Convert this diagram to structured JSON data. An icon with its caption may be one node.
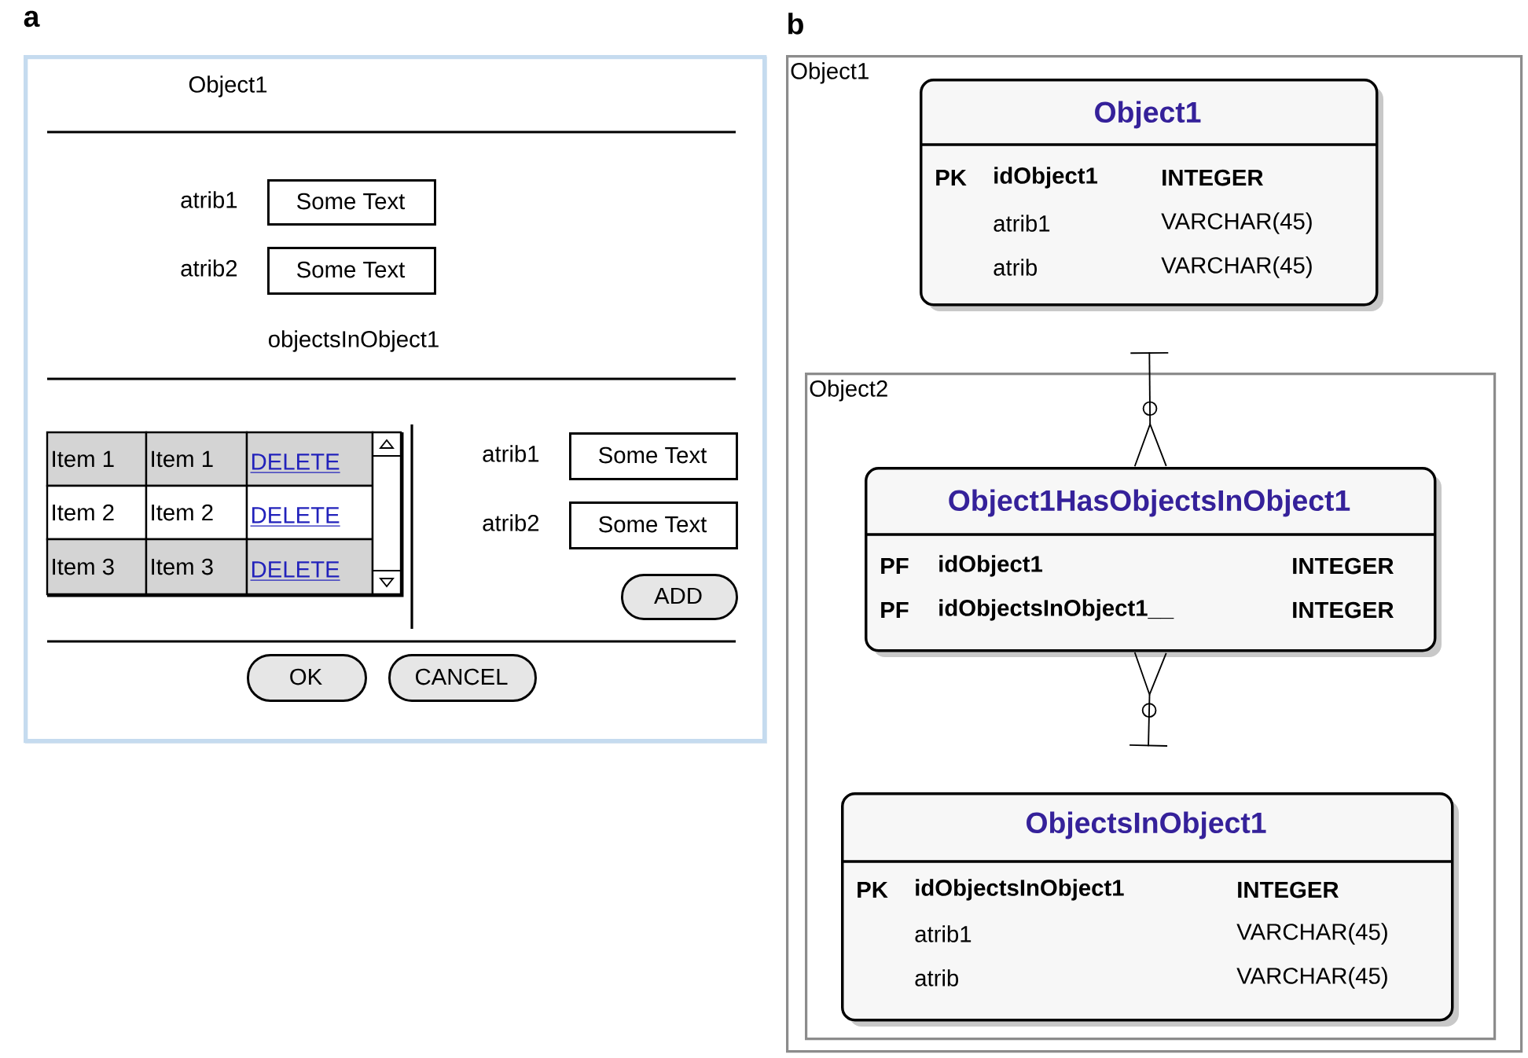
{
  "diagram": {
    "nodes": [
      {
        "text": [
          "Object1",
          "objectsInObject1"
        ]
      },
      {
        "text": [
          "Some Text"
        ],
        "beside": [
          "atrib1"
        ],
        "in": 0
      },
      {
        "text": [
          "Some Text"
        ],
        "beside": [
          "atrib2"
        ],
        "in": 0
      },
      {
        "text": [
          "Item 1",
          "Item 1",
          "DELETE",
          "Item 2",
          "Item 2",
          "DELETE",
          "Item 3",
          "Item 3",
          "DELETE"
        ],
        "in": 0
      },
      {
        "text": [
          "Some Text"
        ],
        "beside": [
          "atrib1"
        ],
        "in": 0
      },
      {
        "text": [
          "Some Text"
        ],
        "beside": [
          "atrib2"
        ],
        "in": 0
      },
      {
        "text": [
          "ADD"
        ],
        "in": 0
      },
      {
        "text": [
          "OK"
        ],
        "in": 0
      },
      {
        "text": [
          "CANCEL"
        ],
        "in": 0
      },
      {
        "text": [
          "Object1"
        ]
      },
      {
        "text": [
          "Object1",
          "PK",
          "idObject1",
          "INTEGER",
          "atrib1",
          "VARCHAR(45)",
          "atrib",
          "VARCHAR(45)"
        ],
        "in": 9
      },
      {
        "text": [
          "Object2"
        ],
        "in": 9
      },
      {
        "text": [
          "Object1HasObjectsInObject1",
          "PF",
          "idObject1",
          "INTEGER",
          "PF",
          "idObjectsInObject1__",
          "INTEGER"
        ],
        "in": 11
      },
      {
        "text": [
          "ObjectsInObject1",
          "PK",
          "idObjectsInObject1",
          "INTEGER",
          "atrib1",
          "VARCHAR(45)",
          "atrib",
          "VARCHAR(45)"
        ],
        "in": 11
      }
    ],
    "edges": [
      {
        "from": 10,
        "to": 12,
        "arrow": "other"
      },
      {
        "from": 13,
        "to": 12,
        "arrow": "other"
      }
    ],
    "labels": [
      "a",
      "b"
    ]
  }
}
